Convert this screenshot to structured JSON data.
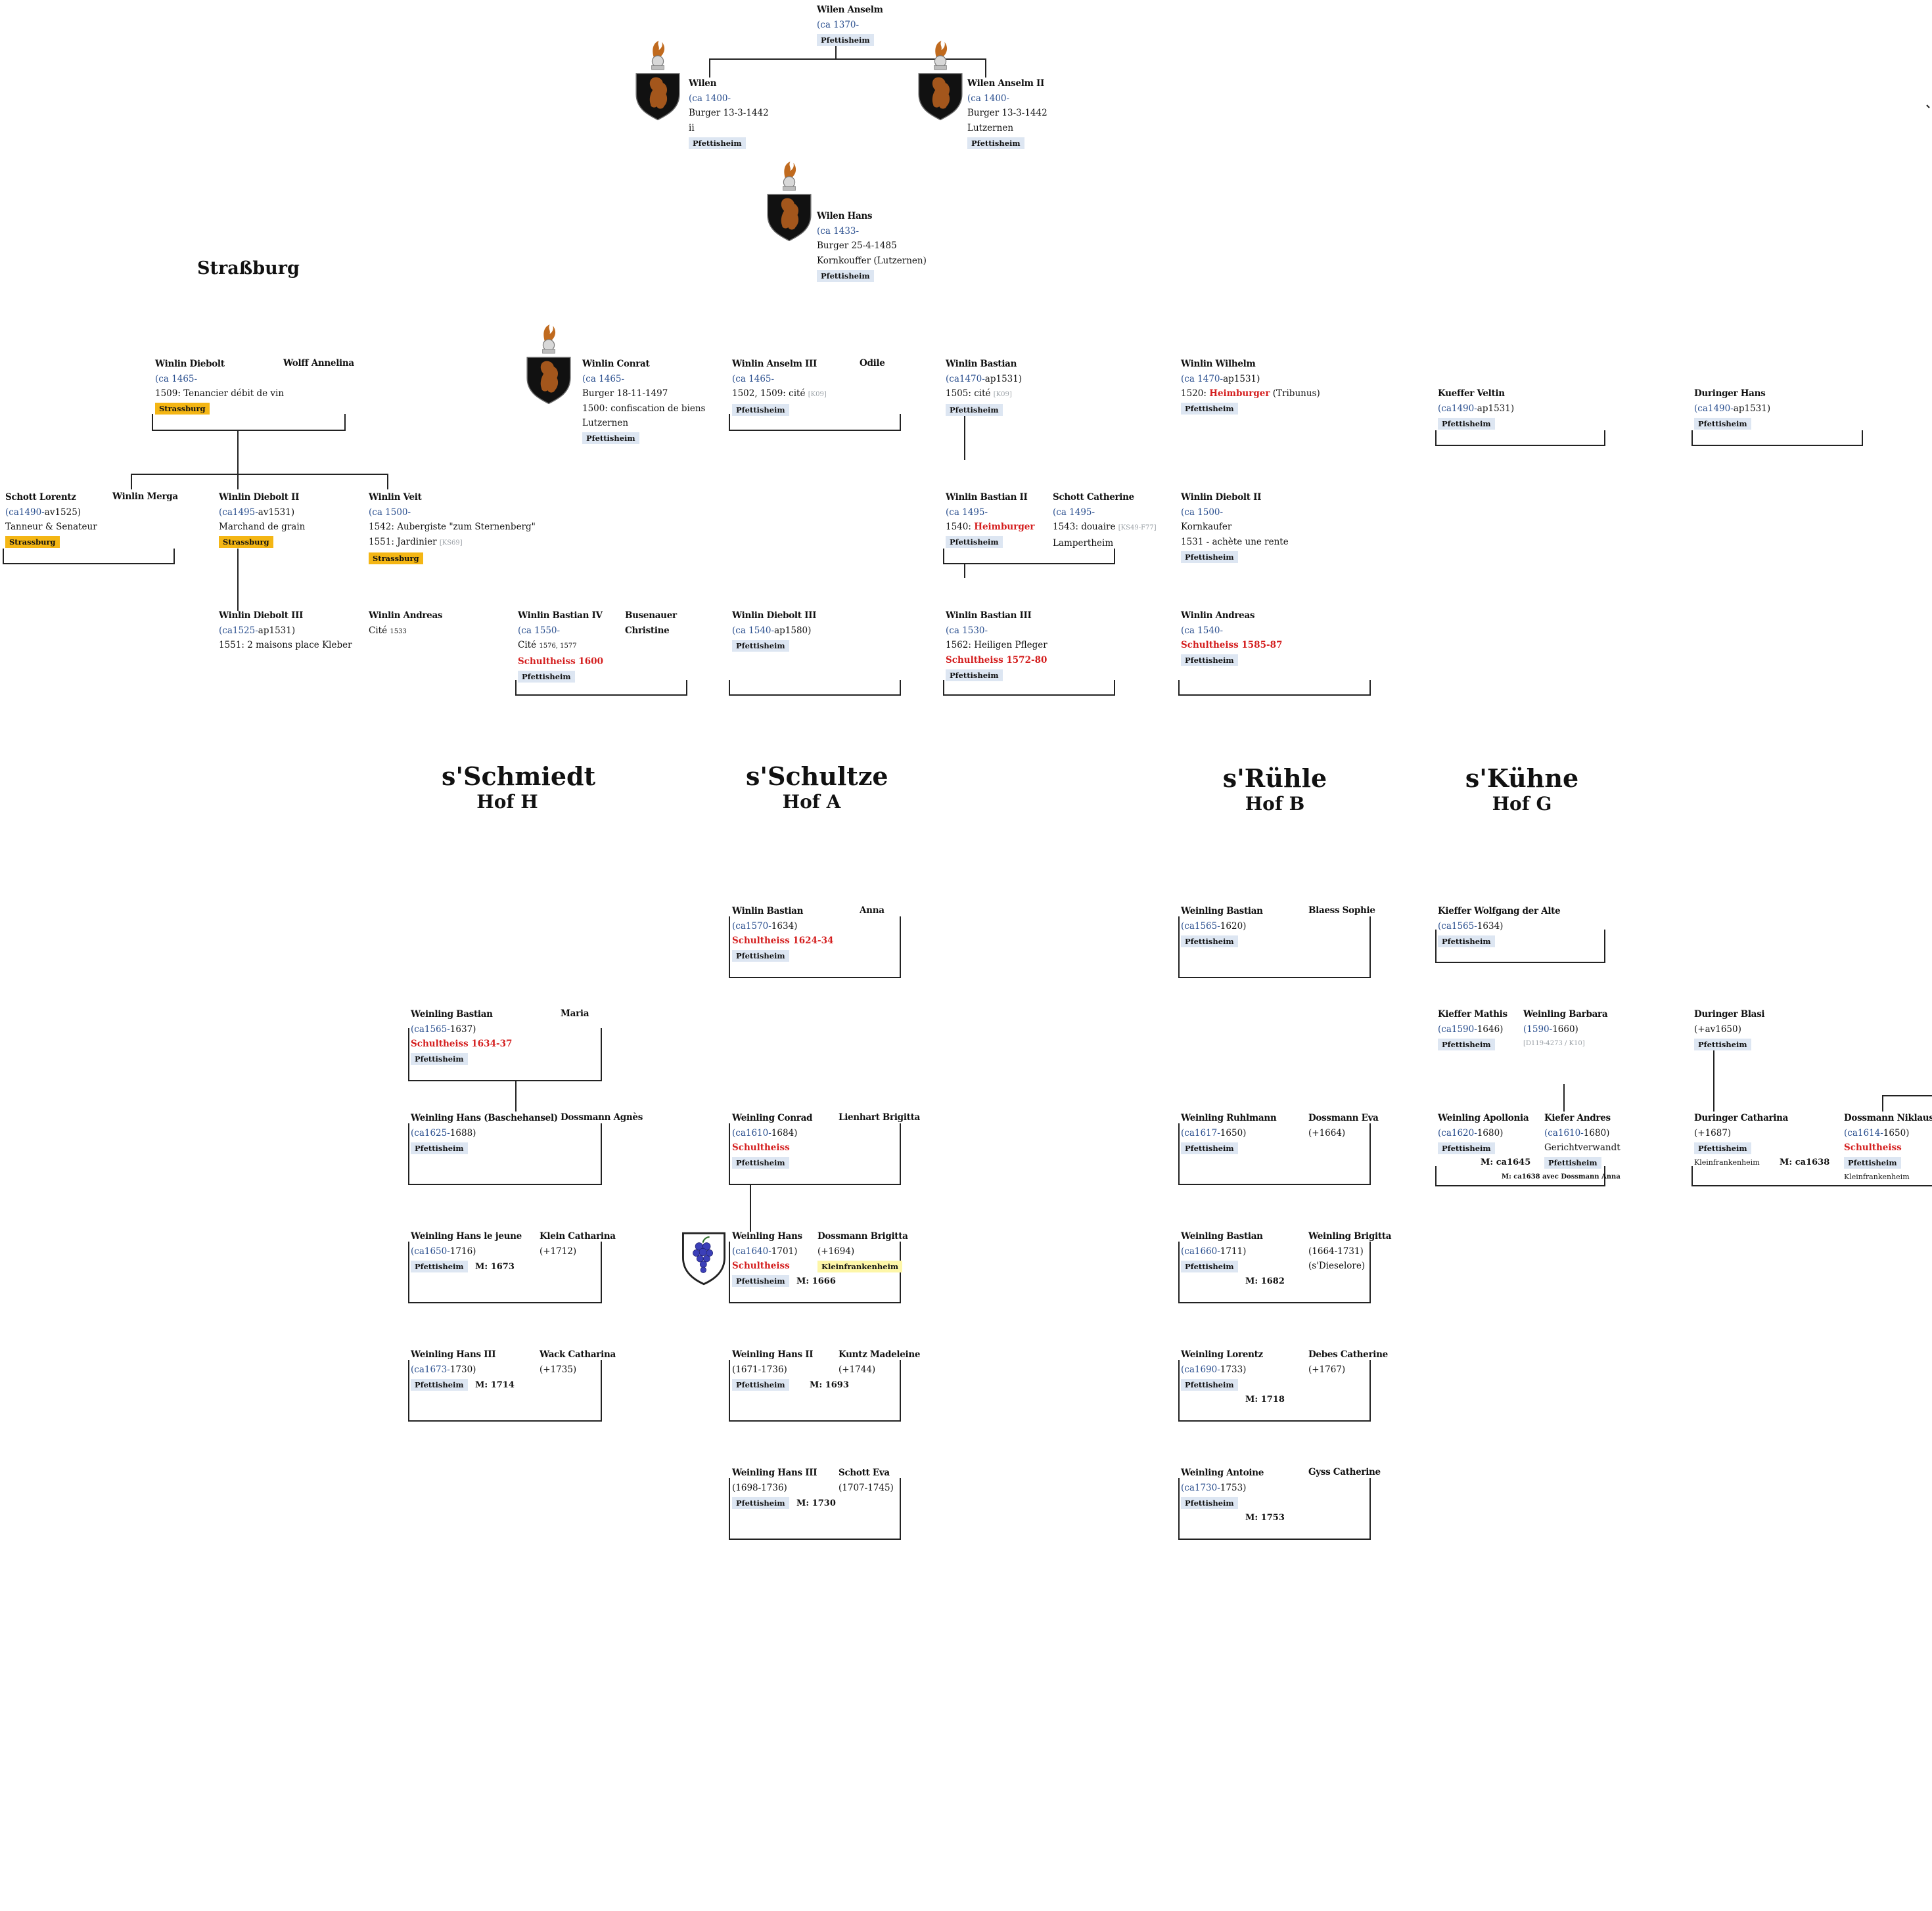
{
  "titles": {
    "strassburg": "Straßburg",
    "schmiedt": "s'Schmiedt",
    "schmiedt_hof": "Hof H",
    "schultze": "s'Schultze",
    "schultze_hof": "Hof A",
    "ruhle": "s'Rühle",
    "ruhle_hof": "Hof B",
    "kuhne": "s'Kühne",
    "kuhne_hof": "Hof G"
  },
  "persons": {
    "wilen_anselm": {
      "name": "Wilen Anselm",
      "dates": "(ca 1370-",
      "place": "Pfettisheim"
    },
    "wilen": {
      "name": "Wilen",
      "dates": "(ca 1400-",
      "l1": "Burger 13-3-1442",
      "l2": "ii",
      "place": "Pfettisheim"
    },
    "wilen_anselm2": {
      "name": "Wilen Anselm II",
      "dates": "(ca 1400-",
      "l1": "Burger 13-3-1442",
      "l2": "Lutzernen",
      "place": "Pfettisheim"
    },
    "wilen_hans": {
      "name": "Wilen Hans",
      "dates": "(ca 1433-",
      "l1": "Burger 25-4-1485",
      "l2": "Kornkouffer (Lutzernen)",
      "place": "Pfettisheim"
    },
    "diebolt": {
      "name": "Winlin Diebolt",
      "dates": "(ca 1465-",
      "l1": "1509: Tenancier débit de vin",
      "place": "Strassburg",
      "spouse": "Wolff Annelina"
    },
    "conrat": {
      "name": "Winlin Conrat",
      "dates": "(ca 1465-",
      "l1": "Burger 18-11-1497",
      "l2": "1500: confiscation de biens",
      "l3": "Lutzernen",
      "place": "Pfettisheim"
    },
    "anselm3": {
      "name": "Winlin Anselm III",
      "dates": "(ca 1465-",
      "l1": "1502, 1509: cité",
      "l1g": "[K09]",
      "place": "Pfettisheim",
      "spouse": "Odile"
    },
    "bastian1": {
      "name": "Winlin Bastian",
      "dates": "(ca1470-",
      "dates2": "ap1531)",
      "l1": "1505: cité",
      "l1g": "[K09]",
      "place": "Pfettisheim"
    },
    "wilhelm": {
      "name": "Winlin Wilhelm",
      "dates": "(ca 1470-",
      "dates2": "ap1531)",
      "l1a": "1520: ",
      "l1r": "Heimburger",
      "l1b": " (Tribunus)",
      "place": "Pfettisheim"
    },
    "kueffer_veltin": {
      "name": "Kueffer Veltin",
      "dates": "(ca1490-",
      "dates2": "ap1531)",
      "place": "Pfettisheim"
    },
    "duringer_hans": {
      "name": "Duringer Hans",
      "dates": "(ca1490-",
      "dates2": "ap1531)",
      "place": "Pfettisheim"
    },
    "schott_lorentz": {
      "name": "Schott Lorentz",
      "dates": "(ca1490-",
      "dates2": "av1525)",
      "l1": "Tanneur & Senateur",
      "place": "Strassburg"
    },
    "merga": {
      "name": "Winlin Merga"
    },
    "diebolt2": {
      "name": "Winlin Diebolt II",
      "dates": "(ca1495-",
      "dates2": "av1531)",
      "l1": "Marchand de grain",
      "place": "Strassburg"
    },
    "veit": {
      "name": "Winlin Veit",
      "dates": "(ca 1500-",
      "l1": "1542: Aubergiste \"zum Sternenberg\"",
      "l2": "1551: Jardinier",
      "l2g": "[KS69]",
      "place": "Strassburg"
    },
    "bastian2": {
      "name": "Winlin Bastian II",
      "dates": "(ca 1495-",
      "l1a": "1540: ",
      "l1r": "Heimburger",
      "place": "Pfettisheim",
      "spouse": "Schott Catherine",
      "sdates": "(ca 1495-",
      "s1": "1543: douaire",
      "s1g": "[KS49-F77]",
      "s2": "Lampertheim"
    },
    "diebolt2b": {
      "name": "Winlin Diebolt II",
      "dates": "(ca 1500-",
      "l1": "Kornkaufer",
      "l2": "1531 - achète une rente",
      "place": "Pfettisheim"
    },
    "diebolt3": {
      "name": "Winlin Diebolt III",
      "dates": "(ca1525-",
      "dates2": "ap1531)",
      "l1": "1551: 2 maisons place Kleber"
    },
    "andreas1": {
      "name": "Winlin Andreas",
      "l1": "Cité",
      "l1s": "1533"
    },
    "bastian4": {
      "name": "Winlin Bastian IV",
      "dates": "(ca 1550-",
      "l1": "Cité",
      "l1s": "1576, 1577",
      "l2r": "Schultheiss 1600",
      "place": "Pfettisheim",
      "spouse": "Busenauer",
      "spouse2": "Christine"
    },
    "diebolt3b": {
      "name": "Winlin Diebolt III",
      "dates": "(ca 1540-",
      "dates2": "ap1580)",
      "place": "Pfettisheim"
    },
    "bastian3": {
      "name": "Winlin Bastian III",
      "dates": "(ca 1530-",
      "l1": "1562: Heiligen Pfleger",
      "l2r": "Schultheiss 1572-80",
      "place": "Pfettisheim"
    },
    "andreas2": {
      "name": "Winlin Andreas",
      "dates": "(ca 1540-",
      "l1r": "Schultheiss 1585-87",
      "place": "Pfettisheim"
    },
    "w_bastian_a": {
      "name": "Winlin Bastian",
      "dates": "(ca1570-",
      "dates2": "1634)",
      "l1r": "Schultheiss 1624-34",
      "place": "Pfettisheim",
      "spouse": "Anna"
    },
    "w_bastian_b": {
      "name": "Weinling Bastian",
      "dates": "(ca1565-",
      "dates2": "1620)",
      "place": "Pfettisheim",
      "spouse": "Blaess Sophie"
    },
    "kieffer_wolfgang": {
      "name": "Kieffer Wolfgang der Alte",
      "dates": "(ca1565-",
      "dates2": "1634)",
      "place": "Pfettisheim"
    },
    "w_bastian_h": {
      "name": "Weinling Bastian",
      "dates": "(ca1565-",
      "dates2": "1637)",
      "l1r": "Schultheiss 1634-37",
      "place": "Pfettisheim",
      "spouse": "Maria"
    },
    "kieffer_mathis": {
      "name": "Kieffer Mathis",
      "dates": "(ca1590-",
      "dates2": "1646)",
      "place": "Pfettisheim",
      "spouse": "Weinling Barbara",
      "sdates": "(1590-",
      "sdates2": "1660)",
      "s1g": "[D119-4273 / K10]"
    },
    "duringer_blasi": {
      "name": "Duringer Blasi",
      "dates": "(+av1650)",
      "place": "Pfettisheim"
    },
    "w_hans_h": {
      "name": "Weinling Hans (Baschehansel)",
      "dates": "(ca1625-",
      "dates2": "1688)",
      "place": "Pfettisheim",
      "spouse": "Dossmann Agnès"
    },
    "w_conrad": {
      "name": "Weinling Conrad",
      "dates": "(ca1610-",
      "dates2": "1684)",
      "l1r": "Schultheiss",
      "place": "Pfettisheim",
      "spouse": "Lienhart Brigitta"
    },
    "w_ruhlmann": {
      "name": "Weinling Ruhlmann",
      "dates": "(ca1617-",
      "dates2": "1650)",
      "place": "Pfettisheim",
      "spouse": "Dossmann Eva",
      "sdates": "(+1664)"
    },
    "w_apollonia": {
      "name": "Weinling Apollonia",
      "dates": "(ca1620-",
      "dates2": "1680)",
      "place": "Pfettisheim",
      "spouse": "Kiefer Andres",
      "sdates": "(ca1610-",
      "sdates2": "1680)",
      "s1": "Gerichtverwandt",
      "splace": "Pfettisheim",
      "m": "M: ca1645",
      "m2": "M: ca1638 avec Dossmann Anna"
    },
    "duringer_catharina": {
      "name": "Duringer Catharina",
      "dates": "(+1687)",
      "place": "Pfettisheim",
      "l2": "Kleinfrankenheim",
      "m": "M: ca1638"
    },
    "dossmann_niklaus": {
      "name": "Dossmann Niklaus",
      "dates": "(ca1614-",
      "dates2": "1650)",
      "l1r": "Schultheiss",
      "place": "Pfettisheim",
      "l2": "Kleinfrankenheim"
    },
    "w_hans_jeune": {
      "name": "Weinling Hans le jeune",
      "dates": "(ca1650-",
      "dates2": "1716)",
      "place": "Pfettisheim",
      "m": "M: 1673",
      "spouse": "Klein Catharina",
      "sdates": "(+1712)"
    },
    "w_hans_a": {
      "name": "Weinling Hans",
      "dates": "(ca1640-",
      "dates2": "1701)",
      "l1r": "Schultheiss",
      "place": "Pfettisheim",
      "m": "M: 1666",
      "spouse": "Dossmann Brigitta",
      "sdates": "(+1694)",
      "splace": "Kleinfrankenheim"
    },
    "w_bastian_b2": {
      "name": "Weinling Bastian",
      "dates": "(ca1660-",
      "dates2": "1711)",
      "place": "Pfettisheim",
      "m": "M: 1682",
      "spouse": "Weinling Brigitta",
      "sdates": "(1664-1731)",
      "s1": "(s'Dieselore)"
    },
    "w_hans3_h": {
      "name": "Weinling Hans III",
      "dates": "(ca1673-",
      "dates2": "1730)",
      "place": "Pfettisheim",
      "m": "M: 1714",
      "spouse": "Wack Catharina",
      "sdates": "(+1735)"
    },
    "w_hans2_a": {
      "name": "Weinling Hans II",
      "dates": "(1671-1736)",
      "place": "Pfettisheim",
      "m": "M: 1693",
      "spouse": "Kuntz Madeleine",
      "sdates": "(+1744)"
    },
    "w_lorentz": {
      "name": "Weinling Lorentz",
      "dates": "(ca1690-",
      "dates2": "1733)",
      "place": "Pfettisheim",
      "m": "M: 1718",
      "spouse": "Debes Catherine",
      "sdates": "(+1767)"
    },
    "w_hans3_a": {
      "name": "Weinling Hans III",
      "dates": "(1698-1736)",
      "place": "Pfettisheim",
      "m": "M: 1730",
      "spouse": "Schott Eva",
      "sdates": "(1707-1745)"
    },
    "w_antoine": {
      "name": "Weinling Antoine",
      "dates": "(ca1730-",
      "dates2": "1753)",
      "place": "Pfettisheim",
      "m": "M: 1753",
      "spouse": "Gyss Catherine"
    }
  },
  "colors": {
    "blue": "#2a4f8f",
    "red": "#d41e1e",
    "tag": "#dde6f2",
    "orange": "#f4b614",
    "yellow": "#fdf6a8"
  },
  "icons": {
    "crest": "bear-crest-icon",
    "grapes": "grapes-crest-icon"
  }
}
